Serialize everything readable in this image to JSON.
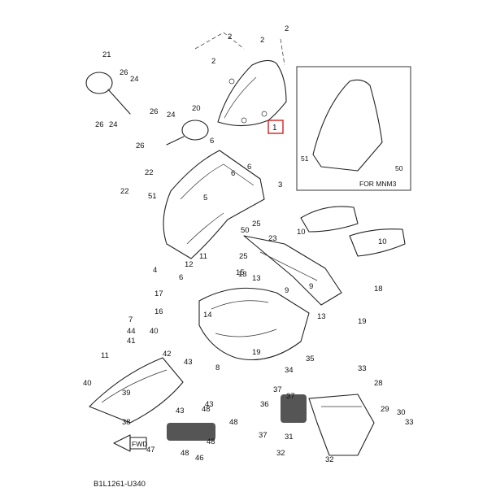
{
  "callout": {
    "number": "1",
    "accent": "#d42020"
  },
  "inset": {
    "caption": "FOR MNM3",
    "labels": [
      "51",
      "50"
    ]
  },
  "fwd_label": "FWD",
  "diagram_code": "B1L1261-U340",
  "part_labels": [
    "2",
    "2",
    "2",
    "2",
    "21",
    "26",
    "24",
    "26",
    "24",
    "26",
    "20",
    "24",
    "26",
    "6",
    "22",
    "22",
    "6",
    "6",
    "3",
    "51",
    "5",
    "10",
    "10",
    "25",
    "23",
    "50",
    "25",
    "11",
    "12",
    "13",
    "9",
    "9",
    "4",
    "17",
    "6",
    "16",
    "14",
    "15",
    "13",
    "13",
    "18",
    "19",
    "19",
    "8",
    "7",
    "44",
    "41",
    "40",
    "11",
    "42",
    "39",
    "43",
    "40",
    "38",
    "43",
    "43",
    "48",
    "48",
    "46",
    "47",
    "48",
    "48",
    "35",
    "34",
    "33",
    "28",
    "37",
    "36",
    "37",
    "31",
    "29",
    "30",
    "33",
    "37",
    "32",
    "32"
  ]
}
